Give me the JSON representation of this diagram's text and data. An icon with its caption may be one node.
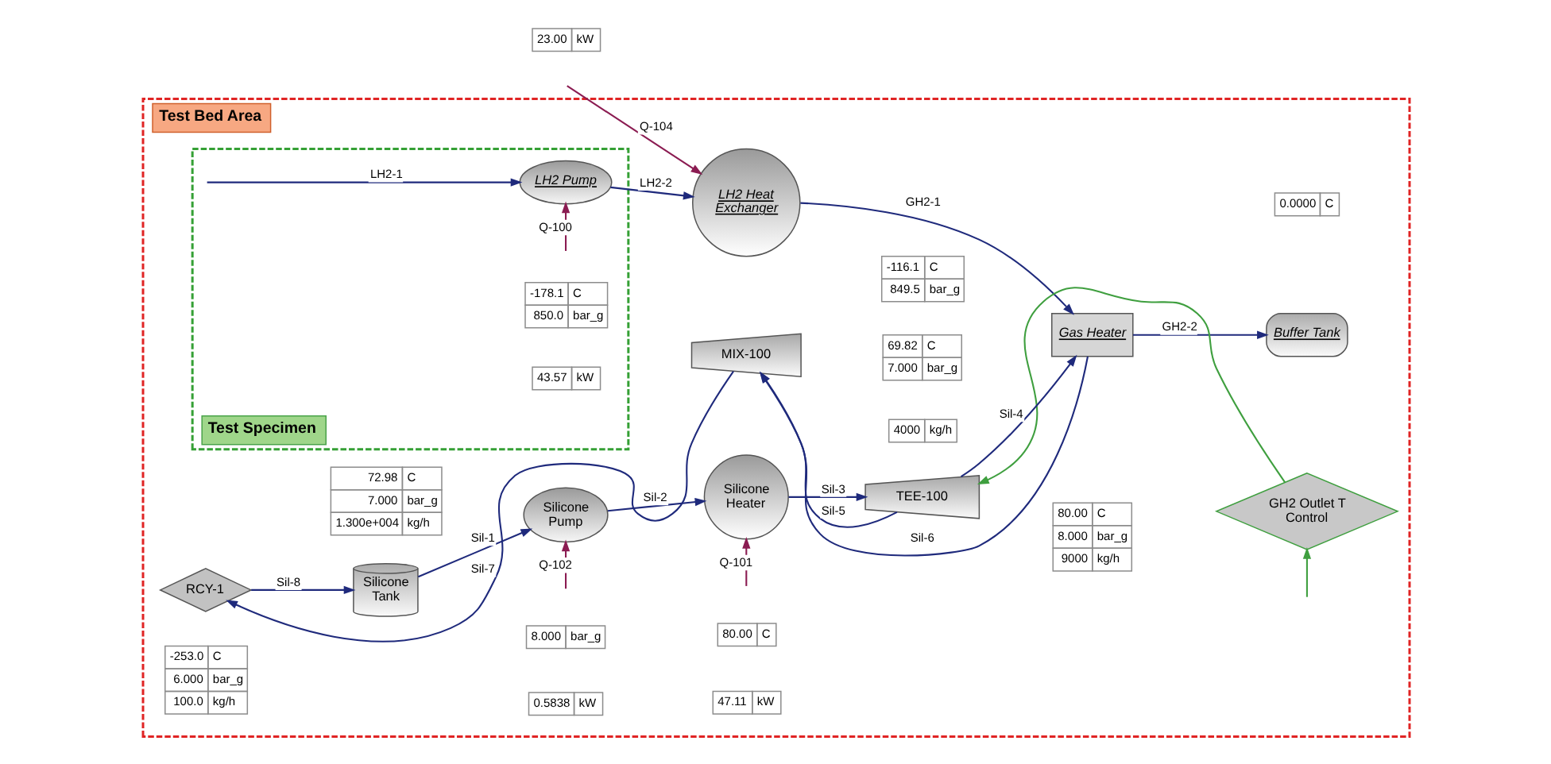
{
  "diagram": {
    "nodes": [
      {
        "text": [
          "Test Bed Area"
        ]
      },
      {
        "text": [
          "Test Specimen"
        ],
        "in": 0
      },
      {
        "text": [
          "LH2 Pump"
        ],
        "in": 1
      },
      {
        "text": [
          "LH2 Heat Exchanger"
        ],
        "in": 0
      },
      {
        "text": [
          "Gas Heater"
        ],
        "in": 0
      },
      {
        "text": [
          "Buffer Tank"
        ],
        "in": 0
      },
      {
        "text": [
          "MIX-100"
        ],
        "in": 0
      },
      {
        "text": [
          "RCY-1"
        ],
        "in": 0
      },
      {
        "text": [
          "GH2 Outlet T Control"
        ],
        "in": 0
      },
      {
        "text": [
          "Silicone Tank"
        ],
        "in": 0
      },
      {
        "text": [
          "Silicone Pump"
        ],
        "in": 0
      },
      {
        "text": [
          "Silicone Heater"
        ],
        "in": 0
      },
      {
        "text": [
          "TEE-100"
        ],
        "in": 0
      }
    ],
    "edges": [
      {
        "from": null,
        "to": 2,
        "arrow": "to",
        "label": "LH2-1"
      },
      {
        "from": 2,
        "to": 3,
        "arrow": "to",
        "label": "LH2-2"
      },
      {
        "from": 3,
        "to": 4,
        "arrow": "to",
        "label": "GH2-1"
      },
      {
        "from": 4,
        "to": 5,
        "arrow": "to",
        "label": "GH2-2"
      },
      {
        "from": null,
        "to": 3,
        "arrow": "to",
        "label": "Q-104",
        "color": "#8b1c52"
      },
      {
        "from": null,
        "to": 2,
        "arrow": "to",
        "label": "Q-100",
        "color": "#8b1c52"
      },
      {
        "from": 4,
        "to": 6,
        "arrow": "to",
        "label": "Sil-6"
      },
      {
        "from": 12,
        "to": 6,
        "arrow": "to",
        "label": "Sil-5"
      },
      {
        "from": 6,
        "to": 7,
        "arrow": "to",
        "label": "Sil-7"
      },
      {
        "from": 7,
        "to": 9,
        "arrow": "to",
        "label": "Sil-8"
      },
      {
        "from": 9,
        "to": 10,
        "arrow": "to",
        "label": "Sil-1"
      },
      {
        "from": 10,
        "to": 11,
        "arrow": "to",
        "label": "Sil-2"
      },
      {
        "from": 11,
        "to": 12,
        "arrow": "to",
        "label": "Sil-3"
      },
      {
        "from": 12,
        "to": 4,
        "arrow": "to",
        "label": "Sil-4"
      },
      {
        "from": null,
        "to": 10,
        "arrow": "to",
        "label": "Q-102",
        "color": "#8b1c52"
      },
      {
        "from": null,
        "to": 11,
        "arrow": "to",
        "label": "Q-101",
        "color": "#8b1c52"
      },
      {
        "from": null,
        "to": 8,
        "arrow": "to",
        "color": "#3f9f3f"
      },
      {
        "from": 8,
        "to": 12,
        "arrow": "to",
        "color": "#3f9f3f"
      }
    ],
    "labels": [
      "23.00",
      "kW",
      "0.0000",
      "C",
      "-253.0",
      "C",
      "6.000",
      "bar_g",
      "100.0",
      "kg/h",
      "-178.1",
      "C",
      "850.0",
      "bar_g",
      "-116.1",
      "C",
      "849.5",
      "bar_g",
      "43.57",
      "kW",
      "69.82",
      "C",
      "7.000",
      "bar_g",
      "72.98",
      "C",
      "7.000",
      "bar_g",
      "1.300e+004",
      "kg/h",
      "80.00",
      "C",
      "8.000",
      "bar_g",
      "9000",
      "kg/h",
      "4000",
      "kg/h",
      "8.000",
      "bar_g",
      "80.00",
      "C",
      "0.5838",
      "kW",
      "47.11",
      "kW"
    ]
  }
}
